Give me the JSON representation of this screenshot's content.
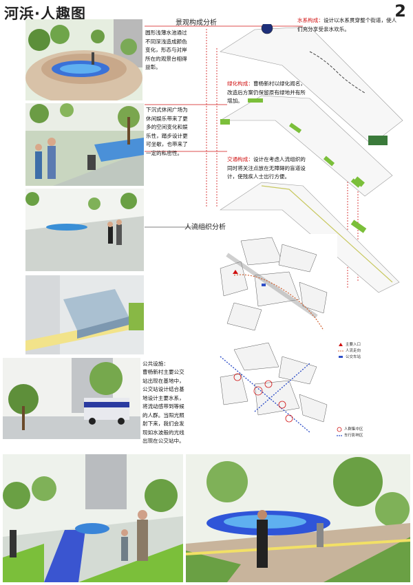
{
  "header": {
    "title": "河浜·人趣图",
    "page_number": "2"
  },
  "sections": {
    "landscape": "景观构成分析",
    "flow": "人流组织分析"
  },
  "captions": {
    "plaza_round": "圆形浅薄水池通过不同深浅造成颜色变化，形态与对岸所在的观景台相得益彰。",
    "sunken_plaza": "下沉式休闲广场为休闲娱乐带来了更多的空间变化和娱乐性，踏步设计更可坐歇，也带来了一定的私密性。",
    "bus_stop_title": "公共设施：",
    "bus_stop": "曹杨新村主要公交站出现在基地中，公交站设计结合基地设计主要水系，将流动感带到等候的人群。当阳光照射下来，我们会发现如水波般的光线出现在公交站中。"
  },
  "analysis": {
    "water_label": "水系构成：",
    "water_text": "设计以水系贯穿整个街道，使人们充分享受亲水欢乐。",
    "green_label": "绿化构成：",
    "green_text": "曹杨新村以绿化闻名，改造后方案仍保留原有绿地并有所增加。",
    "traffic_label": "交通构成：",
    "traffic_text": "设计在考虑人流组织的同时将关注点放在无障碍的盲道设计，使残疾人士出行方便。"
  },
  "legend_flow": {
    "items": [
      "主要入口",
      "人流走向",
      "公交车站"
    ]
  },
  "legend_crowd": {
    "items": [
      "人群集中区",
      "车行影响区"
    ]
  },
  "colors": {
    "accent_red": "#d01010",
    "water_blue": "#2f4fc8",
    "grass_green": "#7bbf3a"
  }
}
